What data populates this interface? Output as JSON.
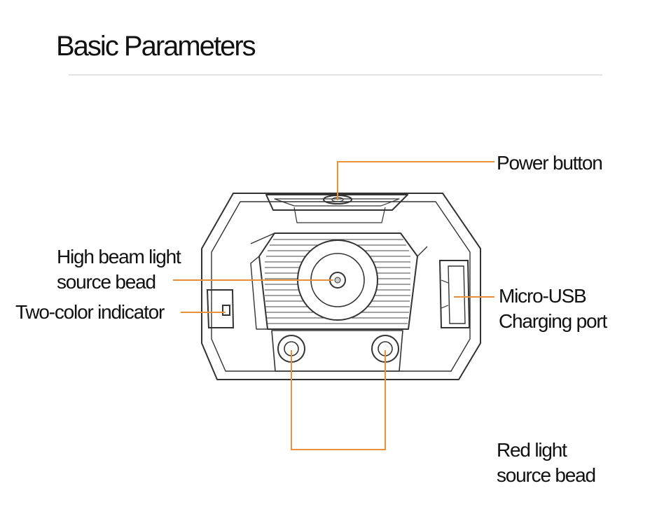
{
  "title": "Basic Parameters",
  "labels": {
    "power_button": "Power button",
    "high_beam_line1": "High beam light",
    "high_beam_line2": "source bead",
    "two_color_indicator": "Two-color indicator",
    "micro_usb_line1": "Micro-USB",
    "micro_usb_line2": "Charging port",
    "red_light_line1": "Red light",
    "red_light_line2": "source bead"
  },
  "colors": {
    "leader_line": "#e8913a",
    "outline": "#333333",
    "divider": "#e4e4e4"
  }
}
